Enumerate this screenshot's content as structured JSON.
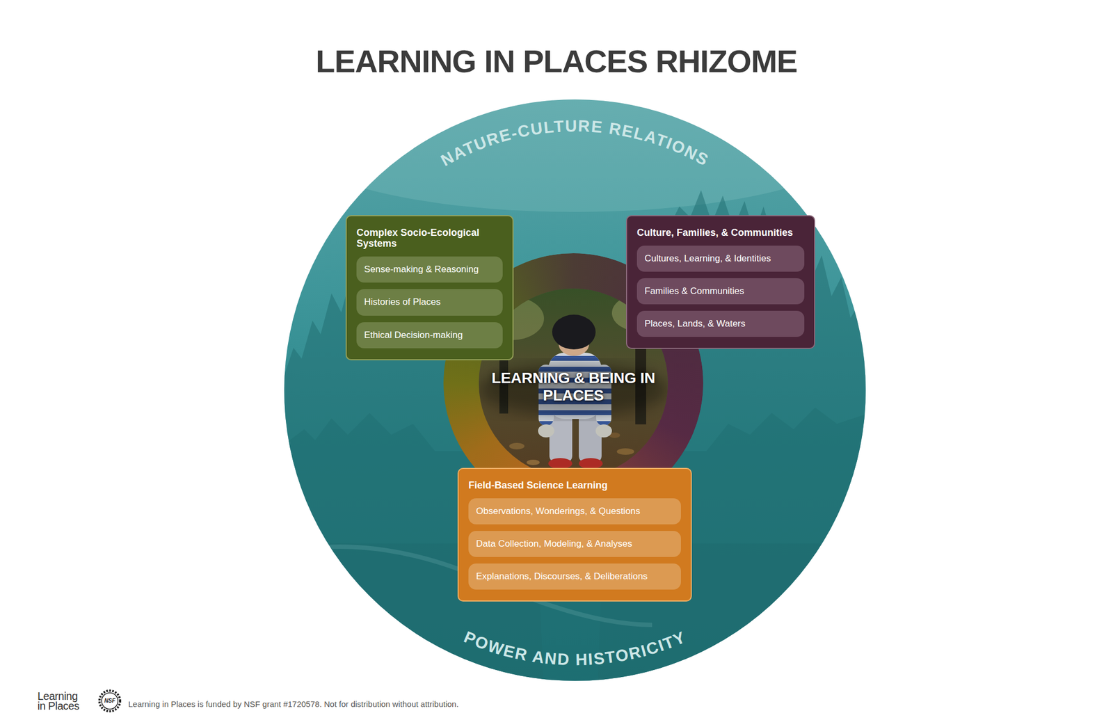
{
  "diagram": {
    "title": "LEARNING IN PLACES RHIZOME",
    "nodes": [
      {
        "text": [
          "NATURE-CULTURE RELATIONS",
          "POWER AND HISTORICITY"
        ]
      },
      {
        "text": [
          "LEARNING & BEING IN PLACES"
        ],
        "in": 0
      },
      {
        "text": [
          "Complex Socio-Ecological Systems"
        ],
        "in": 0
      },
      {
        "text": [
          "Sense-making & Reasoning"
        ],
        "in": 2
      },
      {
        "text": [
          "Histories of Places"
        ],
        "in": 2
      },
      {
        "text": [
          "Ethical Decision-making"
        ],
        "in": 2
      },
      {
        "text": [
          "Culture, Families, & Communities"
        ],
        "in": 0
      },
      {
        "text": [
          "Cultures, Learning, & Identities"
        ],
        "in": 6
      },
      {
        "text": [
          "Families & Communities"
        ],
        "in": 6
      },
      {
        "text": [
          "Places, Lands, & Waters"
        ],
        "in": 6
      },
      {
        "text": [
          "Field-Based Science Learning"
        ],
        "in": 0
      },
      {
        "text": [
          "Observations, Wonderings, & Questions"
        ],
        "in": 10
      },
      {
        "text": [
          "Data Collection, Modeling, & Analyses"
        ],
        "in": 10
      },
      {
        "text": [
          "Explanations, Discourses, & Deliberations"
        ],
        "in": 10
      }
    ],
    "labels": [
      "Learning in Places",
      "NSF",
      "Learning in Places is funded by NSF grant #1720578. Not for distribution without attribution."
    ]
  }
}
